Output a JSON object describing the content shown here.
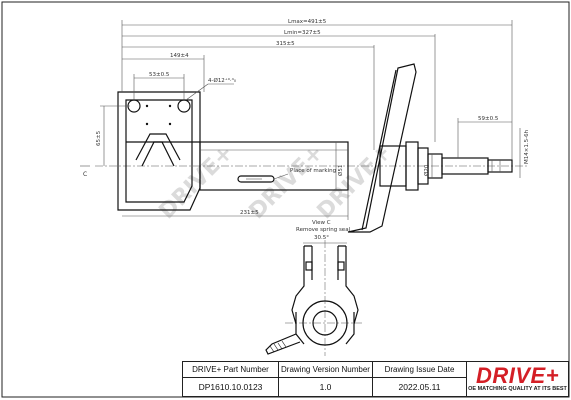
{
  "dimensions": {
    "lmax": "Lmax=491±5",
    "lmin": "Lmin=327±5",
    "len315": "315±5",
    "len149": "149±4",
    "len53": "53±0.5",
    "hole": "4-Ø12⁺⁰·⁴₀",
    "len59": "59±0.5",
    "thread": "M14×1.5-6h",
    "h65": "65±5",
    "len231": "231±5",
    "dia51": "Ø51",
    "dia20": "Ø20",
    "angle": "30.5°",
    "c_label": "C"
  },
  "notes": {
    "place_marking": "Place of marking",
    "view_c": "View C",
    "remove_seal": "Remove spring seal"
  },
  "watermark": "DRIVE+",
  "title_block": {
    "part_number_label": "DRIVE+ Part Number",
    "part_number": "DP1610.10.0123",
    "version_label": "Drawing Version Number",
    "version": "1.0",
    "issue_date_label": "Drawing Issue Date",
    "issue_date": "2022.05.11"
  },
  "logo": {
    "name": "DRIVE+",
    "tagline": "OE MATCHING QUALITY AT ITS BEST",
    "color": "#d41f26"
  }
}
